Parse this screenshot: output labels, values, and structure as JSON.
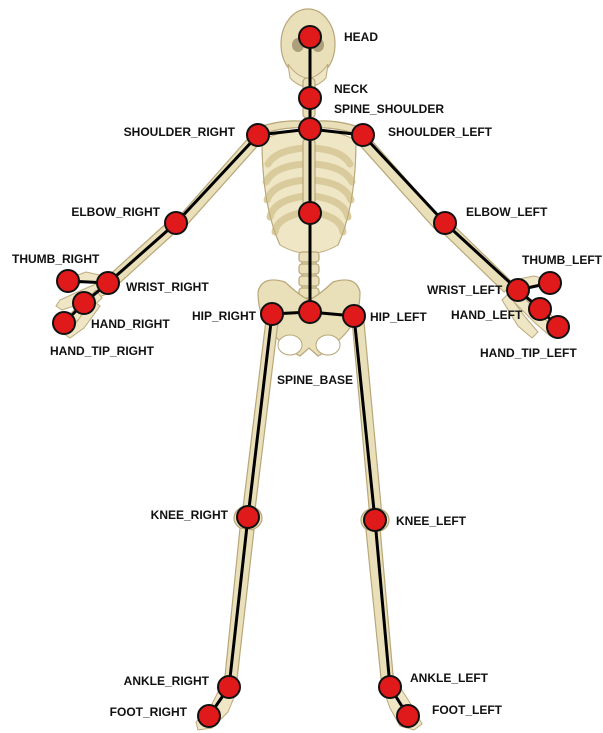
{
  "figure": {
    "joints": [
      {
        "id": "head",
        "label": "HEAD"
      },
      {
        "id": "neck",
        "label": "NECK"
      },
      {
        "id": "spine_shoulder",
        "label": "SPINE_SHOULDER"
      },
      {
        "id": "shoulder_right",
        "label": "SHOULDER_RIGHT"
      },
      {
        "id": "shoulder_left",
        "label": "SHOULDER_LEFT"
      },
      {
        "id": "spine_mid",
        "label": ""
      },
      {
        "id": "elbow_right",
        "label": "ELBOW_RIGHT"
      },
      {
        "id": "elbow_left",
        "label": "ELBOW_LEFT"
      },
      {
        "id": "thumb_right",
        "label": "THUMB_RIGHT"
      },
      {
        "id": "wrist_right",
        "label": "WRIST_RIGHT"
      },
      {
        "id": "hand_right",
        "label": "HAND_RIGHT"
      },
      {
        "id": "hand_tip_right",
        "label": "HAND_TIP_RIGHT"
      },
      {
        "id": "thumb_left",
        "label": "THUMB_LEFT"
      },
      {
        "id": "wrist_left",
        "label": "WRIST_LEFT"
      },
      {
        "id": "hand_left",
        "label": "HAND_LEFT"
      },
      {
        "id": "hand_tip_left",
        "label": "HAND_TIP_LEFT"
      },
      {
        "id": "hip_right",
        "label": "HIP_RIGHT"
      },
      {
        "id": "spine_base",
        "label": "SPINE_BASE"
      },
      {
        "id": "hip_left",
        "label": "HIP_LEFT"
      },
      {
        "id": "knee_right",
        "label": "KNEE_RIGHT"
      },
      {
        "id": "knee_left",
        "label": "KNEE_LEFT"
      },
      {
        "id": "ankle_right",
        "label": "ANKLE_RIGHT"
      },
      {
        "id": "foot_right",
        "label": "FOOT_RIGHT"
      },
      {
        "id": "ankle_left",
        "label": "ANKLE_LEFT"
      },
      {
        "id": "foot_left",
        "label": "FOOT_LEFT"
      }
    ],
    "bones": [
      [
        "head",
        "neck"
      ],
      [
        "neck",
        "spine_shoulder"
      ],
      [
        "spine_shoulder",
        "shoulder_right"
      ],
      [
        "spine_shoulder",
        "shoulder_left"
      ],
      [
        "spine_shoulder",
        "spine_mid"
      ],
      [
        "spine_mid",
        "spine_base"
      ],
      [
        "shoulder_right",
        "elbow_right"
      ],
      [
        "elbow_right",
        "wrist_right"
      ],
      [
        "wrist_right",
        "thumb_right"
      ],
      [
        "wrist_right",
        "hand_right"
      ],
      [
        "hand_right",
        "hand_tip_right"
      ],
      [
        "shoulder_left",
        "elbow_left"
      ],
      [
        "elbow_left",
        "wrist_left"
      ],
      [
        "wrist_left",
        "thumb_left"
      ],
      [
        "wrist_left",
        "hand_left"
      ],
      [
        "hand_left",
        "hand_tip_left"
      ],
      [
        "spine_base",
        "hip_right"
      ],
      [
        "spine_base",
        "hip_left"
      ],
      [
        "hip_right",
        "knee_right"
      ],
      [
        "knee_right",
        "ankle_right"
      ],
      [
        "ankle_right",
        "foot_right"
      ],
      [
        "hip_left",
        "knee_left"
      ],
      [
        "knee_left",
        "ankle_left"
      ],
      [
        "ankle_left",
        "foot_left"
      ]
    ],
    "colors": {
      "joint_fill": "#e01a1a",
      "joint_outline": "#111111",
      "connector": "#000000",
      "bone": "#e9dfb8",
      "label": "#111111"
    }
  }
}
